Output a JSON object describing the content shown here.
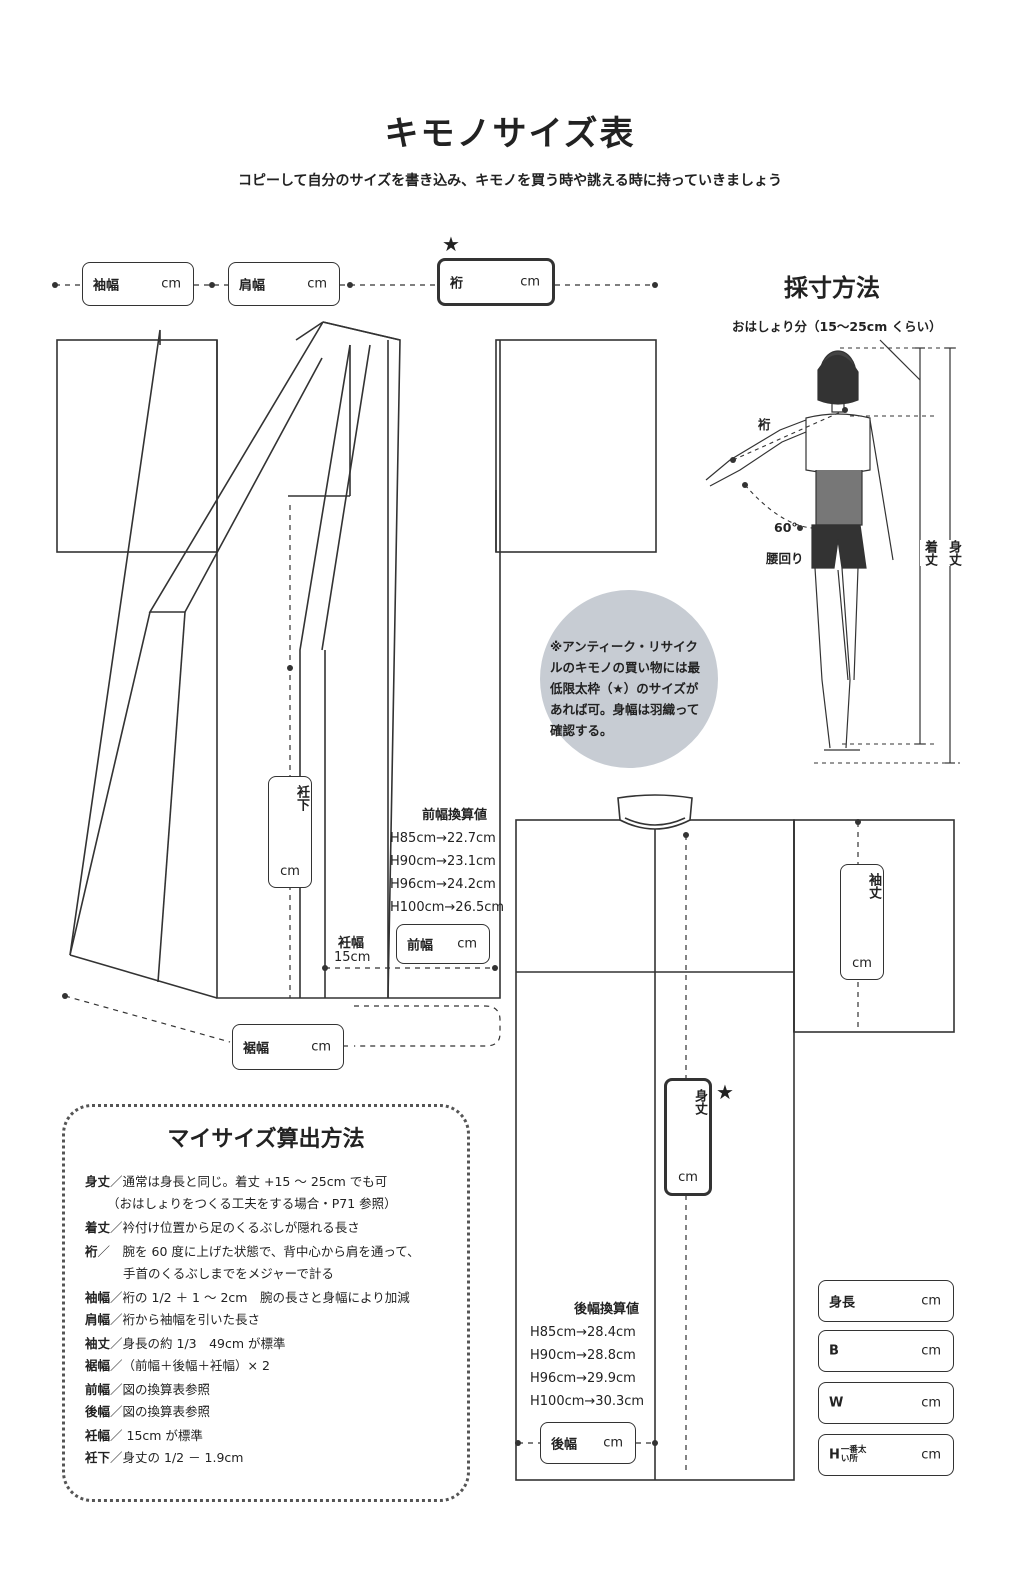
{
  "header": {
    "title": "キモノサイズ表",
    "subtitle": "コピーして自分のサイズを書き込み、キモノを買う時や誂える時に持っていきましょう"
  },
  "unit": "cm",
  "star": "★",
  "top_fields": [
    {
      "label": "袖幅",
      "unit": "cm"
    },
    {
      "label": "肩幅",
      "unit": "cm"
    },
    {
      "label": "裄",
      "unit": "cm"
    }
  ],
  "measure": {
    "title": "採寸方法",
    "ohashori": "おはしょり分（15〜25cm くらい）",
    "yuki": "裄",
    "angle": "60°",
    "waist": "腰回り",
    "kitake": "着丈",
    "mitake": "身丈"
  },
  "note": "※アンティーク・リサイクルのキモノの買い物には最低限太枠（★）のサイズがあれば可。身幅は羽織って確認する。",
  "front": {
    "okumishita": {
      "label": "衽下",
      "unit": "cm"
    },
    "conv_title": "前幅換算値",
    "conv": [
      "H85cm→22.7cm",
      "H90cm→23.1cm",
      "H96cm→24.2cm",
      "H100cm→26.5cm"
    ],
    "okumihaba_label": "衽幅",
    "okumihaba_value": "15cm",
    "maehaba": {
      "label": "前幅",
      "unit": "cm"
    },
    "susohaba": {
      "label": "裾幅",
      "unit": "cm"
    }
  },
  "back": {
    "sodetake": {
      "label": "袖丈",
      "unit": "cm"
    },
    "mitake": {
      "label": "身丈",
      "unit": "cm"
    },
    "conv_title": "後幅換算値",
    "conv": [
      "H85cm→28.4cm",
      "H90cm→28.8cm",
      "H96cm→29.9cm",
      "H100cm→30.3cm"
    ],
    "ushirohaba": {
      "label": "後幅",
      "unit": "cm"
    }
  },
  "my_size": {
    "title": "マイサイズ算出方法",
    "rows": [
      {
        "term": "身丈",
        "text": "／通常は身長と同じ。着丈 +15 〜 25cm でも可"
      },
      {
        "term": "",
        "text": "（おはしょりをつくる工夫をする場合・P71 参照）"
      },
      {
        "term": "着丈",
        "text": "／衿付け位置から足のくるぶしが隠れる長さ"
      },
      {
        "term": "裄",
        "text": "／　腕を 60 度に上げた状態で、背中心から肩を通って、"
      },
      {
        "term": "",
        "text": "手首のくるぶしまでをメジャーで計る"
      },
      {
        "term": "袖幅",
        "text": "／裄の 1/2 ＋ 1 〜 2cm　腕の長さと身幅により加減"
      },
      {
        "term": "肩幅",
        "text": "／裄から袖幅を引いた長さ"
      },
      {
        "term": "袖丈",
        "text": "／身長の約 1/3　49cm が標準"
      },
      {
        "term": "裾幅",
        "text": "／（前幅＋後幅＋衽幅）× 2"
      },
      {
        "term": "前幅",
        "text": "／図の換算表参照"
      },
      {
        "term": "後幅",
        "text": "／図の換算表参照"
      },
      {
        "term": "衽幅",
        "text": "／ 15cm が標準"
      },
      {
        "term": "衽下",
        "text": "／身丈の 1/2 － 1.9cm"
      }
    ]
  },
  "body_boxes": [
    {
      "label": "身長",
      "unit": "cm"
    },
    {
      "label": "B",
      "unit": "cm"
    },
    {
      "label": "W",
      "unit": "cm"
    },
    {
      "label": "H",
      "sub": "一番太い所",
      "unit": "cm"
    }
  ]
}
